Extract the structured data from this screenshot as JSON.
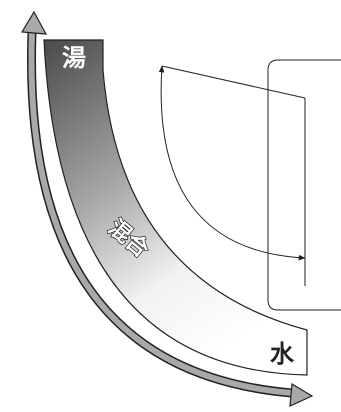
{
  "labels": {
    "hot": "湯",
    "mixed": "混合",
    "cold": "水"
  },
  "colors": {
    "band_hot": "#4a4a4a",
    "band_mid": "#a6a6a6",
    "band_cold": "#ffffff",
    "arrow_fill": "#a9a9a9",
    "stroke": "#222222"
  }
}
